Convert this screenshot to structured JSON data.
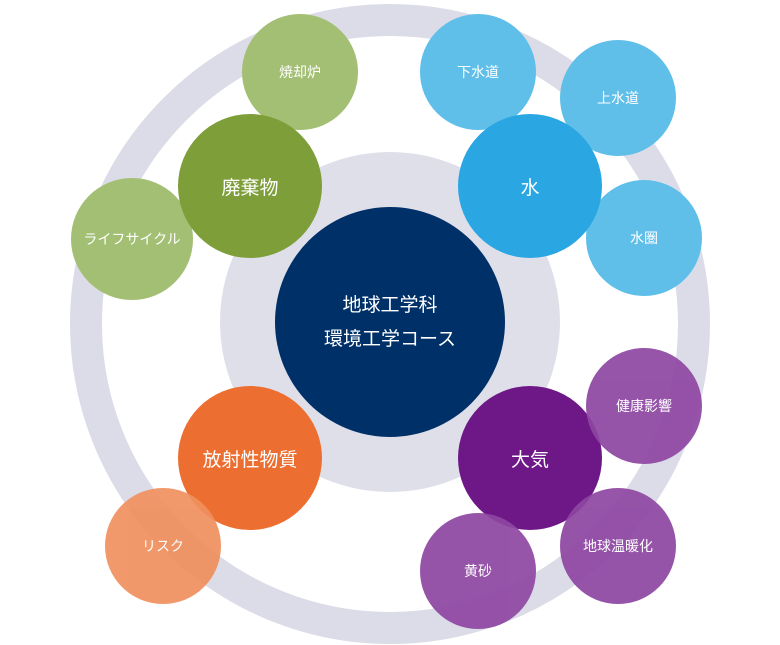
{
  "center": {
    "line1": "地球工学科",
    "line2": "環境工学コース",
    "color": "#003068"
  },
  "categories": {
    "waste": {
      "label": "廃棄物",
      "color": "#7e9e3a"
    },
    "water": {
      "label": "水",
      "color": "#2aa6e3"
    },
    "radioactive": {
      "label": "放射性物質",
      "color": "#ec6f31"
    },
    "atmosphere": {
      "label": "大気",
      "color": "#6e1888"
    }
  },
  "topics": {
    "incinerator": {
      "label": "焼却炉",
      "color": "#a3bf74"
    },
    "lifecycle": {
      "label": "ライフサイクル",
      "color": "#a3bf74"
    },
    "sewerage": {
      "label": "下水道",
      "color": "#5fbfe9"
    },
    "water_supply": {
      "label": "上水道",
      "color": "#5fbfe9"
    },
    "hydrosphere": {
      "label": "水圏",
      "color": "#5fbfe9"
    },
    "health_effects": {
      "label": "健康影響",
      "color": "#8e46a2"
    },
    "global_warming": {
      "label": "地球温暖化",
      "color": "#8e46a2"
    },
    "yellow_dust": {
      "label": "黄砂",
      "color": "#8e46a2"
    },
    "risk": {
      "label": "リスク",
      "color": "#f0905e"
    }
  }
}
